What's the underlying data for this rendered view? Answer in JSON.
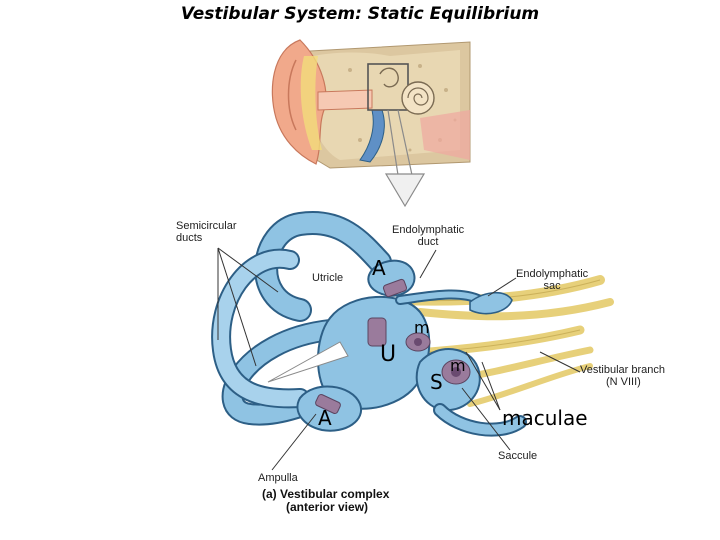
{
  "title": "Vestibular System: Static Equilibrium",
  "labels": {
    "semicircular_ducts_line1": "Semicircular",
    "semicircular_ducts_line2": "ducts",
    "endolymphatic_duct_line1": "Endolymphatic",
    "endolymphatic_duct_line2": "duct",
    "utricle": "Utricle",
    "endolymphatic_sac_line1": "Endolymphatic",
    "endolymphatic_sac_line2": "sac",
    "vestibular_branch_line1": "Vestibular branch",
    "vestibular_branch_line2": "(N VIII)",
    "saccule": "Saccule",
    "ampulla": "Ampulla",
    "caption_line1": "(a) Vestibular complex",
    "caption_line2": "(anterior view)"
  },
  "annotations": {
    "ampulla_top": "A",
    "ampulla_bottom": "A",
    "utricle_u": "U",
    "saccule_s": "S",
    "macula_1": "m",
    "macula_2": "m",
    "maculae": "maculae"
  },
  "colors": {
    "duct_blue": "#8fc3e3",
    "duct_outline": "#2d5f86",
    "nerve_yellow": "#ecd98a",
    "bone_tan": "#d9c59a",
    "skin_pink": "#f0a68a",
    "macula_purple": "#9a7b9c"
  }
}
